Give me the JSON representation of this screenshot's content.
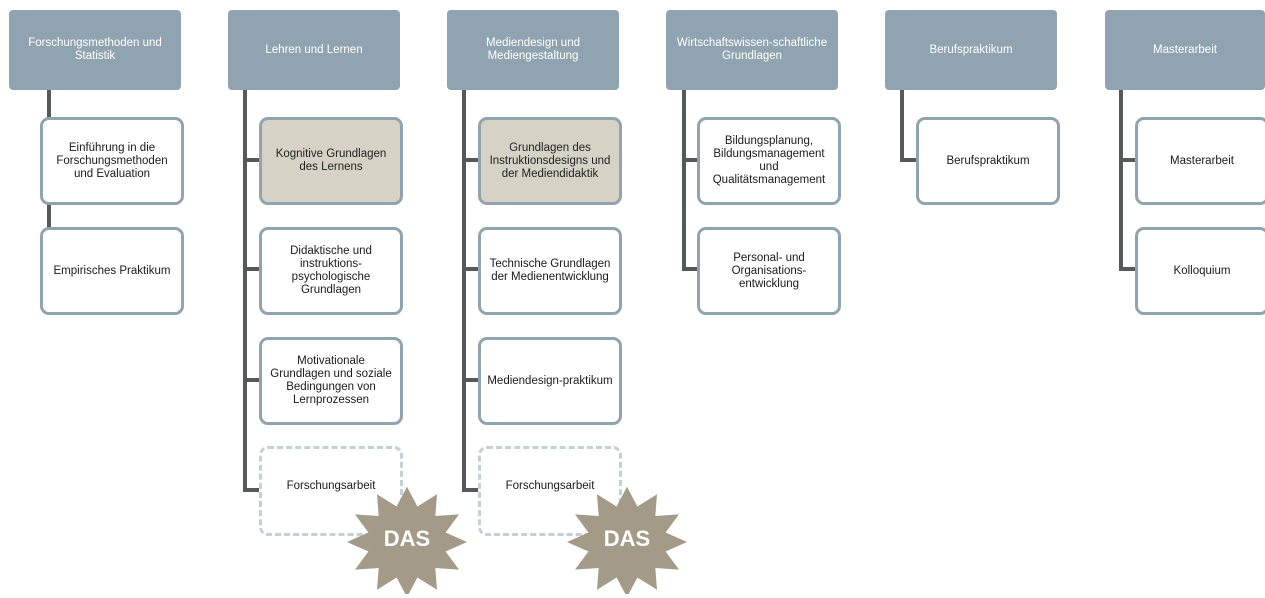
{
  "columns": [
    {
      "header": "Forschungsmethoden und Statistik",
      "items": [
        "Einführung in die Forschungsmethoden und Evaluation",
        "Empirisches Praktikum"
      ]
    },
    {
      "header": "Lehren und Lernen",
      "items": [
        "Kognitive Grundlagen des Lernens",
        "Didaktische und instruktions-psychologische Grundlagen",
        "Motivationale Grundlagen und soziale Bedingungen von Lernprozessen",
        "Forschungsarbeit"
      ]
    },
    {
      "header": "Mediendesign und Mediengestaltung",
      "items": [
        "Grundlagen des Instruktionsdesigns und der Mediendidaktik",
        "Technische Grundlagen der Medienentwicklung",
        "Mediendesign-praktikum",
        "Forschungsarbeit"
      ]
    },
    {
      "header": "Wirtschaftswissen-schaftliche Grundlagen",
      "items": [
        "Bildungsplanung, Bildungsmanagement und Qualitätsmanagement",
        "Personal- und Organisations-entwicklung"
      ]
    },
    {
      "header": "Berufspraktikum",
      "items": [
        "Berufspraktikum"
      ]
    },
    {
      "header": "Masterarbeit",
      "items": [
        "Masterarbeit",
        "Kolloquium"
      ]
    }
  ],
  "badges": [
    "DAS",
    "DAS"
  ],
  "colors": {
    "header": "#8fa4b0",
    "connector": "#56595c",
    "highlight": "#d6d2c6",
    "dashed": "#c5d0d6",
    "badge": "#a39a88"
  }
}
